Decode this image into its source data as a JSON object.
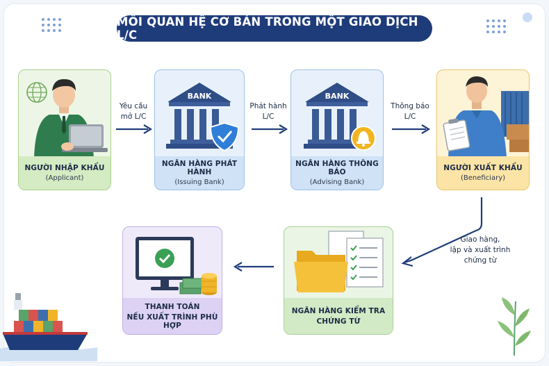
{
  "title": "MỐI QUAN HỆ CƠ BẢN TRONG MỘT GIAO DỊCH L/C",
  "colors": {
    "title_bg": "#1f3c7a",
    "arrow": "#1f3c7a",
    "green": "#d5ebc3",
    "blue": "#cfe2f6",
    "yellow": "#fbe4a6",
    "purple": "#ddd2f4"
  },
  "nodes": {
    "applicant": {
      "name": "NGƯỜI NHẬP KHẨU",
      "role": "(Applicant)"
    },
    "issuing_bank": {
      "name": "NGÂN HÀNG PHÁT HÀNH",
      "role": "(Issuing Bank)",
      "sign": "BANK"
    },
    "advising_bank": {
      "name": "NGÂN HÀNG THÔNG BÁO",
      "role": "(Advising Bank)",
      "sign": "BANK"
    },
    "beneficiary": {
      "name": "NGƯỜI XUẤT KHẨU",
      "role": "(Beneficiary)"
    },
    "checking_bank": {
      "name_line1": "NGÂN HÀNG KIỂM TRA",
      "name_line2": "CHỨNG TỪ"
    },
    "payment": {
      "name_line1": "THANH TOÁN",
      "name_line2": "NẾU XUẤT TRÌNH PHÙ HỢP"
    }
  },
  "arrows": {
    "request": {
      "line1": "Yêu cầu",
      "line2": "mở L/C"
    },
    "issue": {
      "line1": "Phát hành",
      "line2": "L/C"
    },
    "notify": {
      "line1": "Thông báo",
      "line2": "L/C"
    },
    "present": {
      "line1": "Giao hàng,",
      "line2": "lập và xuất trình",
      "line3": "chứng từ"
    }
  },
  "icons": [
    "globe-icon",
    "laptop-icon",
    "bank-icon",
    "shield-check-icon",
    "bell-icon",
    "clipboard-icon",
    "container-icon",
    "folder-icon",
    "checklist-icon",
    "monitor-check-icon",
    "coins-icon",
    "cargo-ship-icon",
    "leaf-icon"
  ]
}
